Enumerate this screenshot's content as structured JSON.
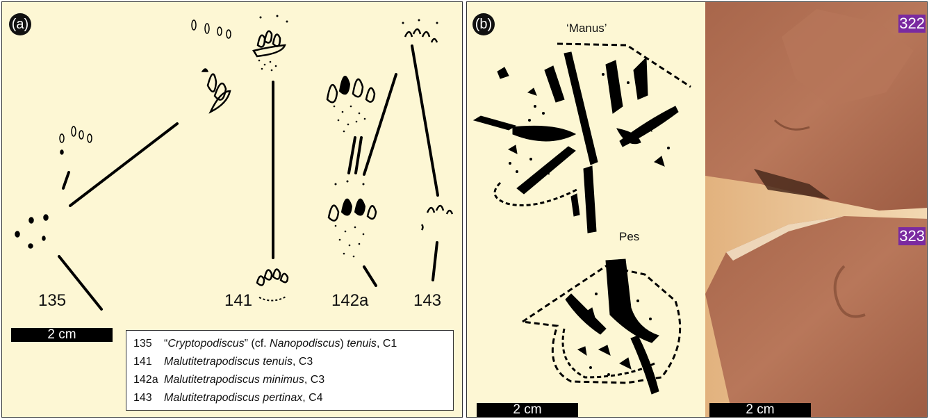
{
  "panel_a": {
    "letter": "(a)",
    "track_ids": [
      "135",
      "141",
      "142a",
      "143"
    ],
    "scale_bar": "2 cm",
    "legend": [
      {
        "code": "135",
        "pre": "“",
        "italic1": "Cryptopodiscus",
        "mid": "” (cf. ",
        "italic2": "Nanopodiscus",
        "post": ") ",
        "italic3": "tenuis",
        "suffix": ", C1"
      },
      {
        "code": "141",
        "italic1": "Malutitetrapodiscus tenuis",
        "suffix": ", C3"
      },
      {
        "code": "142a",
        "italic1": "Malutitetrapodiscus minimus",
        "suffix": ", C3"
      },
      {
        "code": "143",
        "italic1": "Malutitetrapodiscus pertinax",
        "suffix": ", C4"
      }
    ]
  },
  "panel_b": {
    "letter": "(b)",
    "manus_label": "‘Manus’",
    "pes_label": "Pes",
    "scale_bar_drawing": "2 cm",
    "scale_bar_photo": "2 cm",
    "slab_numbers": [
      "322",
      "323"
    ]
  },
  "colors": {
    "panel_bg": "#fdf7d4",
    "photo_rock": "#b8775a",
    "slab_label": "#7a2aa0"
  }
}
